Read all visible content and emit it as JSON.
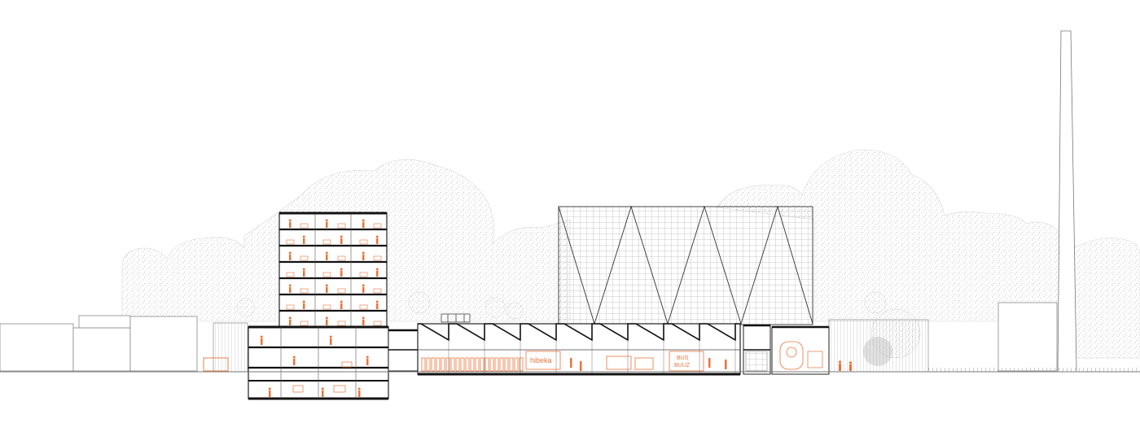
{
  "colors": {
    "line": "#1a1a1a",
    "thin": "#666666",
    "accent": "#e8743b",
    "foliage": "#bdbdbd",
    "background": "#ffffff"
  },
  "signs": {
    "hall_sign_1": "hibeka",
    "hall_sign_2_top": "BUS",
    "hall_sign_2_bottom": "BUUZ"
  }
}
